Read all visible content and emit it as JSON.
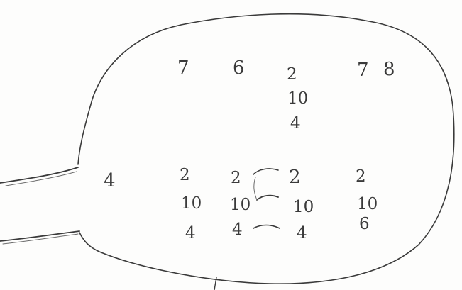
{
  "top_row": {
    "a": "7",
    "b": "6",
    "stack": [
      "2",
      "10",
      "4"
    ],
    "d": "7",
    "e": "8"
  },
  "bottom_row": {
    "single": "4",
    "stack1": [
      "2",
      "10",
      "4"
    ],
    "stack2": [
      "2",
      "10",
      "4"
    ],
    "stack3": [
      "2",
      "10",
      "4"
    ],
    "stack4": [
      "2",
      "10",
      "6"
    ]
  },
  "colors": {
    "pencil": "#3a3a3a",
    "paper": "#fdfdfc"
  }
}
